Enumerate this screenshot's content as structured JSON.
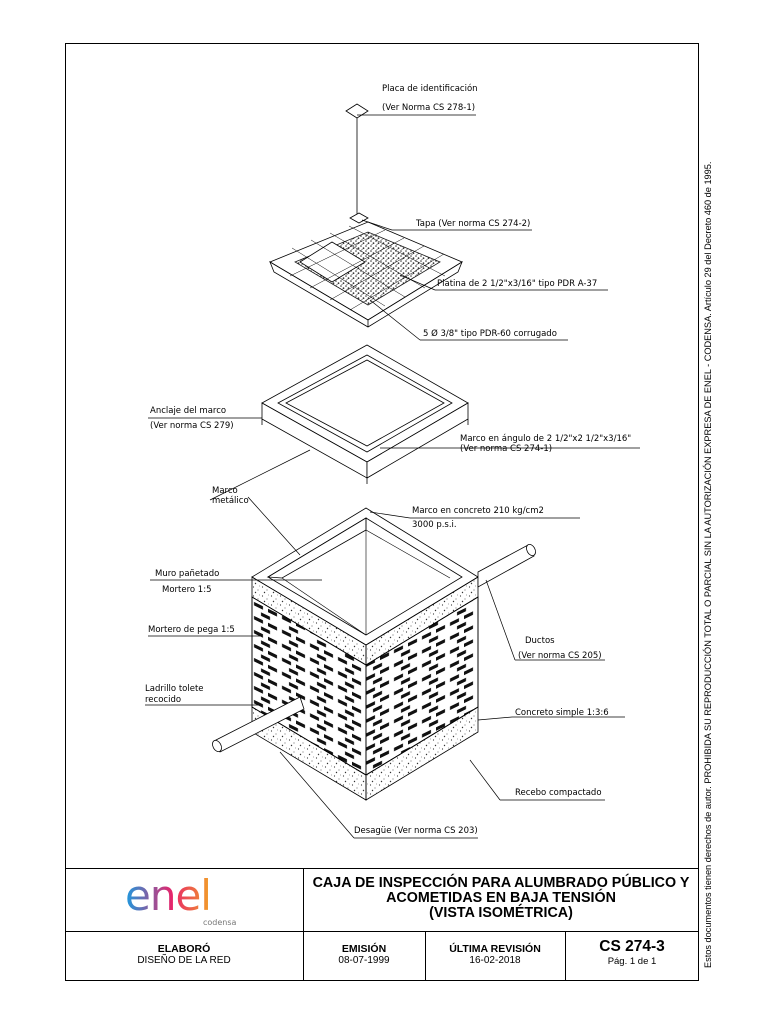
{
  "callouts": {
    "placa_title": "Placa de identificación",
    "placa_ref": "(Ver Norma CS 278-1)",
    "tapa": "Tapa (Ver norma CS 274-2)",
    "platina": "Platina de 2 1/2\"x3/16\" tipo PDR A-37",
    "varillas": "5 Ø 3/8\" tipo PDR-60 corrugado",
    "anclaje_title": "Anclaje del marco",
    "anclaje_ref": "(Ver norma CS 279)",
    "marco_angulo": "Marco en ángulo de 2 1/2\"x2 1/2\"x3/16\"",
    "marco_angulo_ref": "(Ver norma CS 274-1)",
    "marco_metalico_1": "Marco",
    "marco_metalico_2": "metálico",
    "marco_concreto": "Marco en concreto 210 kg/cm2",
    "marco_concreto_psi": "3000 p.s.i.",
    "muro": "Muro pañetado",
    "mortero": "Mortero 1:5",
    "mortero_pega": "Mortero de pega 1:5",
    "ductos": "Ductos",
    "ductos_ref": "(Ver norma CS 205)",
    "ladrillo_1": "Ladrillo tolete",
    "ladrillo_2": "recocido",
    "concreto_simple": "Concreto simple 1:3:6",
    "recebo": "Recebo compactado",
    "desague": "Desagüe (Ver norma CS 203)"
  },
  "side_note": "Estos documentos tienen derechos de autor. PROHIBIDA SU REPRODUCCIÓN TOTAL O PARCIAL SIN LA AUTORIZACIÓN EXPRESA DE ENEL - CODENSA. Artículo 29 del Decreto 460 de 1995.",
  "title_block": {
    "logo_text": "enel",
    "logo_sub": "codensa",
    "title_line1": "CAJA DE INSPECCIÓN PARA ALUMBRADO PÚBLICO Y",
    "title_line2": "ACOMETIDAS EN BAJA TENSIÓN",
    "title_line3": "(VISTA ISOMÉTRICA)",
    "elaboro_label": "ELABORÓ",
    "elaboro_value": "DISEÑO DE LA RED",
    "emision_label": "EMISIÓN",
    "emision_value": "08-07-1999",
    "revision_label": "ÚLTIMA REVISIÓN",
    "revision_value": "16-02-2018",
    "code": "CS 274-3",
    "page": "Pág. 1 de 1"
  },
  "colors": {
    "logo_gradient_start": "#1a9be0",
    "logo_gradient_mid": "#e8246a",
    "logo_gradient_end": "#f2a127",
    "logo_sub": "#777777"
  }
}
